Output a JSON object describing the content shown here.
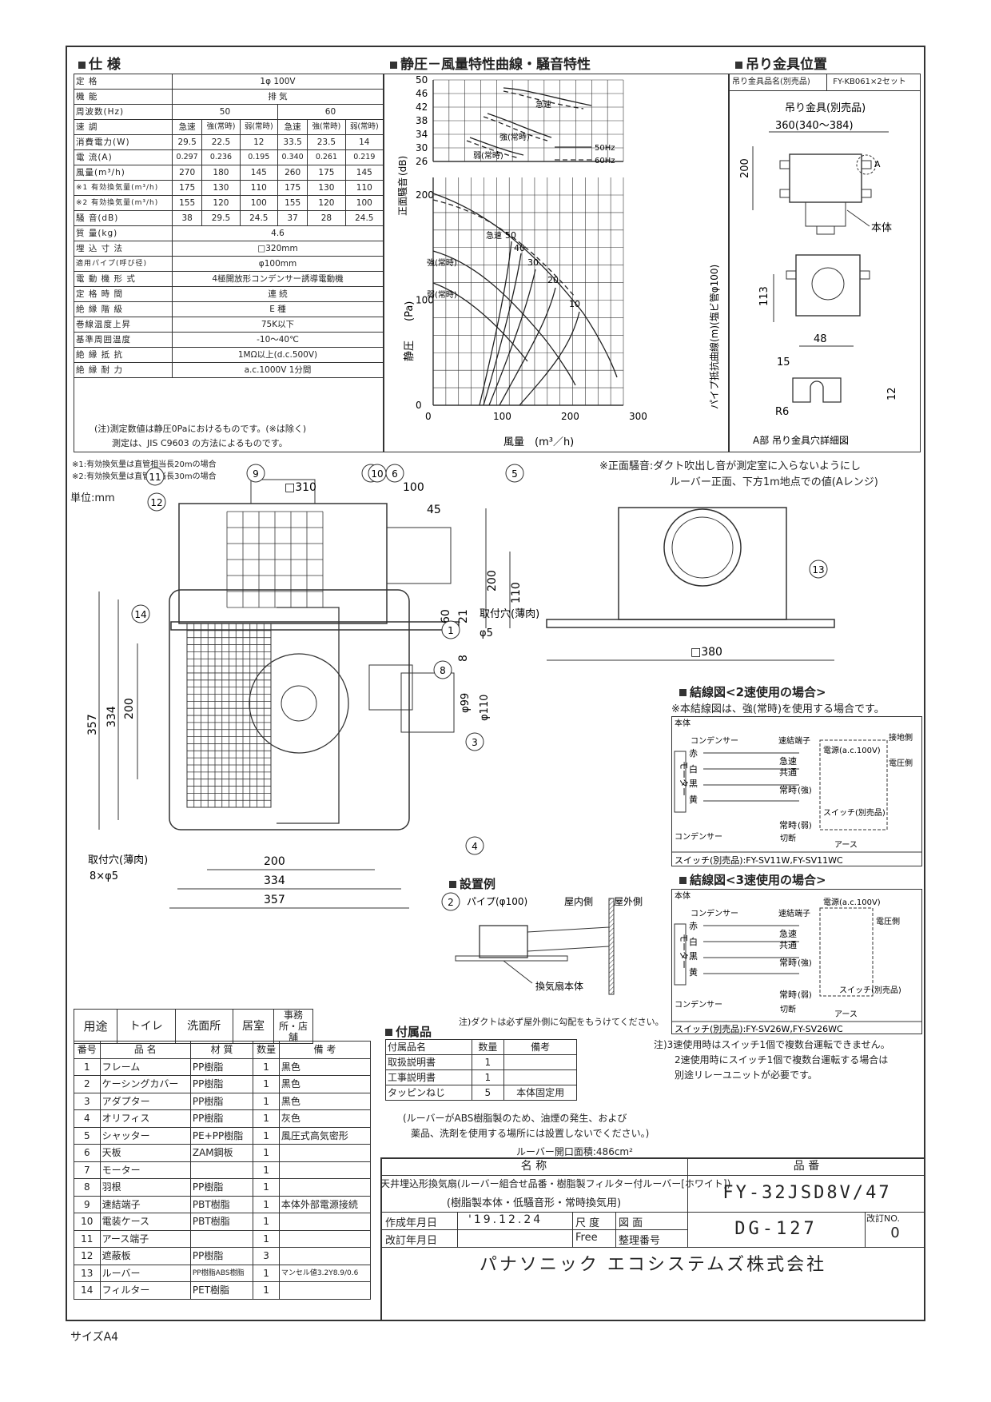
{
  "spec": {
    "title": "仕 様",
    "rows": [
      {
        "label": "定 格",
        "cells": [
          "1φ 100V"
        ]
      },
      {
        "label": "機 能",
        "cells": [
          "排 気"
        ]
      },
      {
        "label": "周波数(Hz)",
        "cells": [
          "50",
          "60"
        ]
      },
      {
        "label": "速 調",
        "cells": [
          "急速",
          "強(常時)",
          "弱(常時)",
          "急速",
          "強(常時)",
          "弱(常時)"
        ]
      },
      {
        "label": "消費電力(W)",
        "cells": [
          "29.5",
          "22.5",
          "12",
          "33.5",
          "23.5",
          "14"
        ]
      },
      {
        "label": "電 流(A)",
        "cells": [
          "0.297",
          "0.236",
          "0.195",
          "0.340",
          "0.261",
          "0.219"
        ]
      },
      {
        "label": "風量(m³/h)",
        "cells": [
          "270",
          "180",
          "145",
          "260",
          "175",
          "145"
        ]
      },
      {
        "label": "※1 有効換気量(m³/h)",
        "cells": [
          "175",
          "130",
          "110",
          "175",
          "130",
          "110"
        ]
      },
      {
        "label": "※2 有効換気量(m³/h)",
        "cells": [
          "155",
          "120",
          "100",
          "155",
          "120",
          "100"
        ]
      },
      {
        "label": "騒 音(dB)",
        "cells": [
          "38",
          "29.5",
          "24.5",
          "37",
          "28",
          "24.5"
        ]
      },
      {
        "label": "質 量(kg)",
        "cells": [
          "4.6"
        ]
      },
      {
        "label": "埋 込 寸 法",
        "cells": [
          "□320mm"
        ]
      },
      {
        "label": "適用パイプ(呼び径)",
        "cells": [
          "φ100mm"
        ]
      },
      {
        "label": "電 動 機 形 式",
        "cells": [
          "4極開放形コンデンサー誘導電動機"
        ]
      },
      {
        "label": "定 格 時 間",
        "cells": [
          "連 続"
        ]
      },
      {
        "label": "絶 縁 階 級",
        "cells": [
          "E 種"
        ]
      },
      {
        "label": "巻線温度上昇",
        "cells": [
          "75K以下"
        ]
      },
      {
        "label": "基準周囲温度",
        "cells": [
          "-10〜40℃"
        ]
      },
      {
        "label": "絶 縁 抵 抗",
        "cells": [
          "1MΩ以上(d.c.500V)"
        ]
      },
      {
        "label": "絶 縁 耐 力",
        "cells": [
          "a.c.1000V 1分間"
        ]
      }
    ],
    "note1": "(注)測定数値は静圧0Paにおけるものです。(※は除く)",
    "note2": "測定は、JIS C9603 の方法によるものです。",
    "foot1": "※1:有効換気量は直管相当長20mの場合",
    "foot2": "※2:有効換気量は直管相当長30mの場合"
  },
  "chart": {
    "title": "静圧－風量特性曲線・騒音特性",
    "noise_ticks": [
      "50",
      "46",
      "42",
      "38",
      "34",
      "30",
      "26"
    ],
    "noise_label": "正面騒音 (dB)",
    "pressure_ticks": [
      "200",
      "100",
      "0"
    ],
    "pressure_label": "静圧 (Pa)",
    "x_ticks": [
      "0",
      "100",
      "200",
      "300"
    ],
    "x_label": "風量 (m³/h)",
    "right_label": "パイプ抵抗曲線(m)(塩ビ管φ100)",
    "legend": [
      "50Hz",
      "60Hz"
    ],
    "speed_labels": [
      "急速",
      "強(常時)",
      "弱(常時)"
    ],
    "pipe_labels": [
      "50",
      "40",
      "30",
      "20",
      "10"
    ],
    "noise_left_label": "正面騒音",
    "noise_right_label": "(dB)",
    "pressure_left_label": "静圧",
    "pressure_right_label": "(Pa)",
    "x_axis_label": "風量　(m³／h)"
  },
  "bracket": {
    "title": "吊り金具位置",
    "header_label": "吊り金具品名(別売品)",
    "header_value": "FY-KB061×2セット",
    "hanger_label": "吊り金具(別売品)",
    "dim_360": "360(340〜384)",
    "dim_200": "200",
    "dim_113": "113",
    "body_label": "本体",
    "dim_48": "48",
    "dim_15": "15",
    "dim_12": "12",
    "r6": "R6",
    "point_a": "A",
    "caption": "A部 吊り金具穴詳細図"
  },
  "noise_note1": "※正面騒音:ダクト吹出し音が測定室に入らないようにし",
  "noise_note2": "ルーバー正面、下方1m地点での値(Aレンジ)",
  "drawing": {
    "unit": "単位:mm",
    "dim_310": "□310",
    "dim_100": "100",
    "dim_45": "45",
    "dim_60": "60",
    "dim_200v": "200",
    "dim_110": "110",
    "dim_21": "21",
    "dim_8": "8",
    "dim_380": "□380",
    "dim_357": "357",
    "dim_334": "334",
    "dim_200": "200",
    "dim_phi99": "φ99",
    "dim_phi110": "φ110",
    "mount_hole": "取付穴(薄肉)",
    "mount_phi5": "φ5",
    "mount_hole2": "取付穴(薄肉)",
    "mount_8x5": "8×φ5",
    "dim_200h": "200",
    "dim_334h": "334",
    "dim_357h": "357",
    "callouts": [
      "1",
      "2",
      "3",
      "4",
      "5",
      "6",
      "7",
      "8",
      "9",
      "10",
      "11",
      "12",
      "13",
      "14"
    ]
  },
  "wiring2": {
    "title": "結線図<2速使用の場合>",
    "note": "※本結線図は、強(常時)を使用する場合です。",
    "body": "本体",
    "condenser": "コンデンサー",
    "terminal": "速結端子",
    "wires": [
      "赤",
      "白",
      "黒",
      "黄"
    ],
    "motor": "モーター",
    "power": "電源(a.c.100V)",
    "side": "接地側",
    "voltage_side": "電圧側",
    "switch_opt": "スイッチ(別売品)",
    "labels": [
      "急速",
      "共通",
      "常時",
      "(強)",
      "常時",
      "(弱)"
    ],
    "cut": "切断",
    "earth": "アース",
    "switch_model": "スイッチ(別売品):FY-SV11W,FY-SV11WC"
  },
  "wiring3": {
    "title": "結線図<3速使用の場合>",
    "body": "本体",
    "condenser": "コンデンサー",
    "terminal": "速結端子",
    "wires": [
      "赤",
      "白",
      "黒",
      "黄"
    ],
    "motor": "モーター",
    "power": "電源(a.c.100V)",
    "voltage_side": "電圧側",
    "switch_opt": "スイッチ(別売品)",
    "labels": [
      "急速",
      "共通",
      "常時",
      "(強)",
      "常時",
      "(弱)"
    ],
    "cut": "切断",
    "earth": "アース",
    "switch_model": "スイッチ(別売品):FY-SV26W,FY-SV26WC",
    "note1": "注)3速使用時はスイッチ1個で複数台運転できません。",
    "note2": "2速使用時にスイッチ1個で複数台運転する場合は",
    "note3": "別途リレーユニットが必要です。"
  },
  "install": {
    "title": "設置例",
    "pipe": "パイプ(φ100)",
    "indoor": "屋内側",
    "outdoor": "屋外側",
    "body": "換気扇本体",
    "note": "注)ダクトは必ず屋外側に勾配をもうけてください。"
  },
  "usage": {
    "header": "用途",
    "items": [
      "トイレ",
      "洗面所",
      "居室",
      "事務所・店舗"
    ]
  },
  "parts": {
    "headers": [
      "番号",
      "品 名",
      "材 質",
      "数量",
      "備 考"
    ],
    "rows": [
      [
        "1",
        "フレーム",
        "PP樹脂",
        "1",
        "黒色"
      ],
      [
        "2",
        "ケーシングカバー",
        "PP樹脂",
        "1",
        "黒色"
      ],
      [
        "3",
        "アダプター",
        "PP樹脂",
        "1",
        "黒色"
      ],
      [
        "4",
        "オリフィス",
        "PP樹脂",
        "1",
        "灰色"
      ],
      [
        "5",
        "シャッター",
        "PE+PP樹脂",
        "1",
        "風圧式高気密形"
      ],
      [
        "6",
        "天板",
        "ZAM鋼板",
        "1",
        ""
      ],
      [
        "7",
        "モーター",
        "",
        "1",
        ""
      ],
      [
        "8",
        "羽根",
        "PP樹脂",
        "1",
        ""
      ],
      [
        "9",
        "速結端子",
        "PBT樹脂",
        "1",
        "本体外部電源接続"
      ],
      [
        "10",
        "電装ケース",
        "PBT樹脂",
        "1",
        ""
      ],
      [
        "11",
        "アース端子",
        "",
        "1",
        ""
      ],
      [
        "12",
        "遮蔽板",
        "PP樹脂",
        "3",
        ""
      ],
      [
        "13",
        "ルーバー",
        "PP樹脂ABS樹脂",
        "1",
        "マンセル値3.2Y8.9/0.6"
      ],
      [
        "14",
        "フィルター",
        "PET樹脂",
        "1",
        ""
      ]
    ]
  },
  "accessories": {
    "title": "付属品",
    "headers": [
      "付属品名",
      "数量",
      "備考"
    ],
    "rows": [
      [
        "取扱説明書",
        "1",
        ""
      ],
      [
        "工事説明書",
        "1",
        ""
      ],
      [
        "タッピンねじ",
        "5",
        "本体固定用"
      ]
    ],
    "note1": "(ルーバーがABS樹脂製のため、油煙の発生、および",
    "note2": "薬品、洗剤を使用する場所には設置しないでください。)",
    "louver_area": "ルーバー開口面積:486cm²"
  },
  "title_block": {
    "name_header": "名 称",
    "part_header": "品 番",
    "name1": "天井埋込形換気扇(ルーバー組合せ品番・樹脂製フィルター付ルーバー[ホワイト])",
    "name2": "(樹脂製本体・低騒音形・常時換気用)",
    "model": "FY-32JSD8V/47",
    "created_label": "作成年月日",
    "created": "'19.12.24",
    "revised_label": "改訂年月日",
    "scale_label": "尺 度",
    "scale": "Free",
    "drawing_label": "図 面",
    "ref_label": "整理番号",
    "doc_no": "DG-127",
    "rev_label": "改訂NO.",
    "rev": "0",
    "company": "パナソニック エコシステムズ株式会社"
  },
  "size": "サイズA4"
}
